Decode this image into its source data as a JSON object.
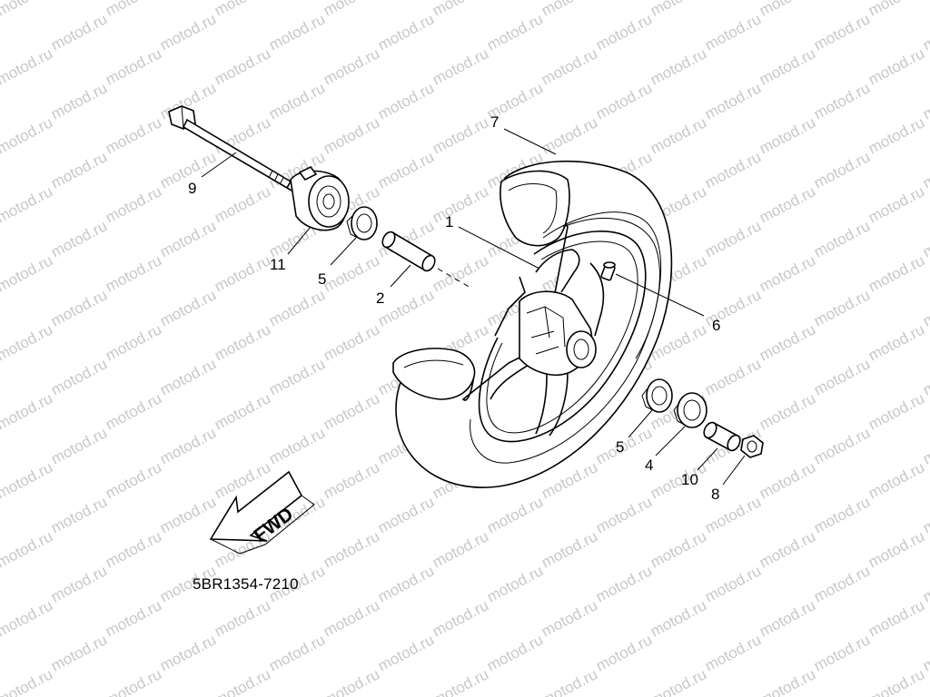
{
  "watermark": "motod.ru",
  "reference_code": "5BR1354-7210",
  "direction_label": "FWD",
  "callouts": {
    "c1": "1",
    "c2": "2",
    "c4": "4",
    "c5a": "5",
    "c5b": "5",
    "c6": "6",
    "c7": "7",
    "c8": "8",
    "c9": "9",
    "c10": "10",
    "c11": "11"
  }
}
